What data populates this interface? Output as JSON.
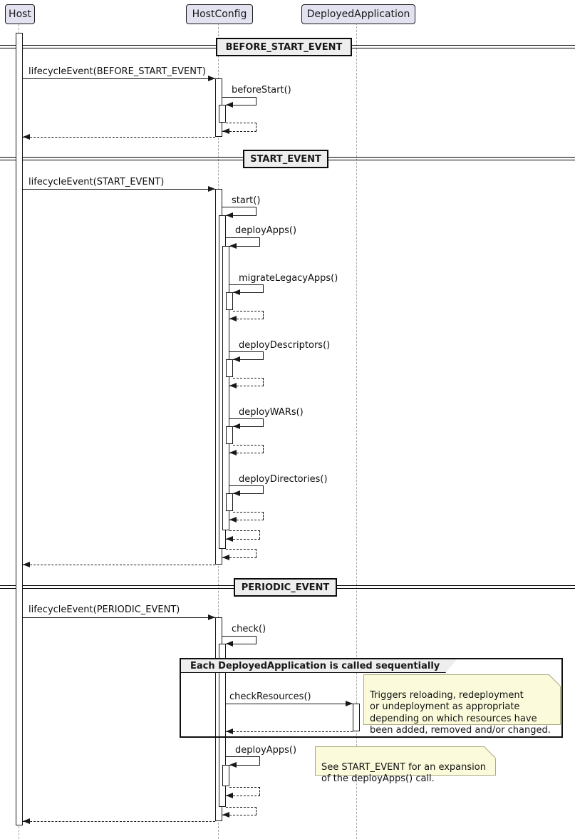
{
  "diagram_type": "uml-sequence-diagram",
  "participants": [
    "Host",
    "HostConfig",
    "DeployedApplication"
  ],
  "colors": {
    "participant_fill": "#e2e2f0",
    "participant_border": "#181818",
    "divider_fill": "#eeeeee",
    "frame_title_fill": "#eeeeee",
    "note_fill": "#fbfbdb",
    "note_border": "#a9a980",
    "lifeline": "#a8a8a8",
    "arrow": "#181818"
  },
  "sections": [
    {
      "title": "BEFORE_START_EVENT",
      "call": "lifecycleEvent(BEFORE_START_EVENT)",
      "self_calls": [
        "beforeStart()"
      ]
    },
    {
      "title": "START_EVENT",
      "call": "lifecycleEvent(START_EVENT)",
      "self_calls": [
        "start()",
        "deployApps()",
        "migrateLegacyApps()",
        "deployDescriptors()",
        "deployWARs()",
        "deployDirectories()"
      ]
    },
    {
      "title": "PERIODIC_EVENT",
      "call": "lifecycleEvent(PERIODIC_EVENT)",
      "self_calls": [
        "check()",
        "deployApps()"
      ],
      "cross_call": "checkResources()",
      "group_label": "Each DeployedApplication is called sequentially",
      "notes": [
        "Triggers reloading, redeployment\nor undeployment as appropriate\ndepending on which resources have\nbeen added, removed and/or changed.",
        "See START_EVENT for an expansion\nof the deployApps() call."
      ]
    }
  ]
}
